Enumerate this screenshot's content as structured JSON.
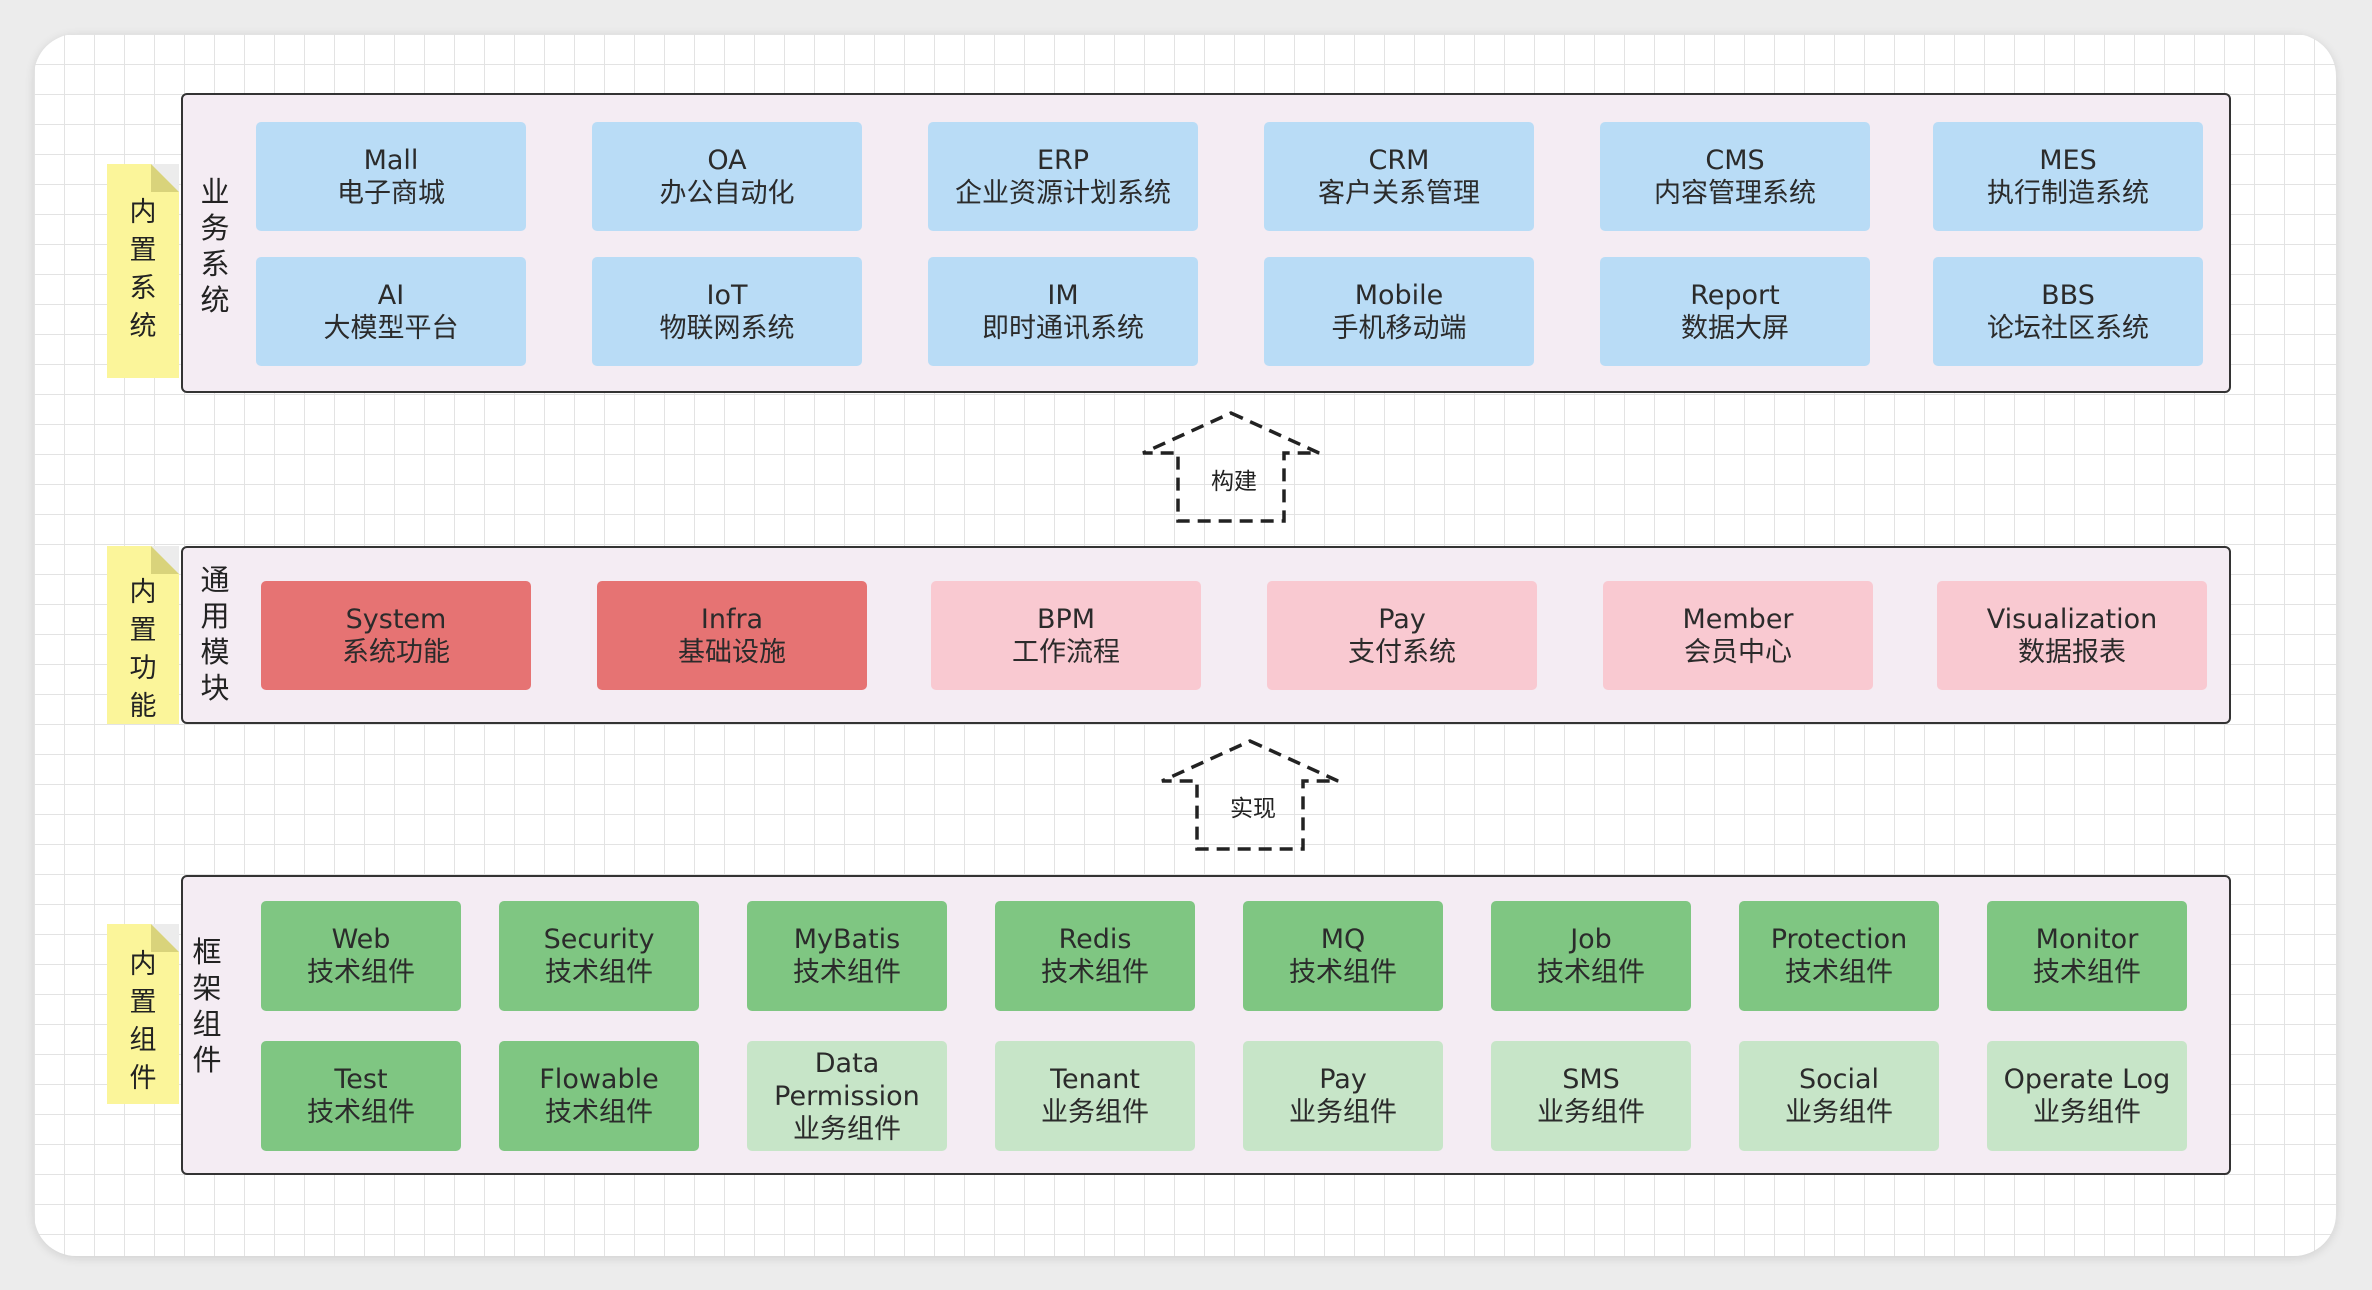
{
  "sections": [
    {
      "note_label": "内置系统",
      "title": "业务系统",
      "items": [
        {
          "en": "Mall",
          "zh": "电子商城"
        },
        {
          "en": "OA",
          "zh": "办公自动化"
        },
        {
          "en": "ERP",
          "zh": "企业资源计划系统"
        },
        {
          "en": "CRM",
          "zh": "客户关系管理"
        },
        {
          "en": "CMS",
          "zh": "内容管理系统"
        },
        {
          "en": "MES",
          "zh": "执行制造系统"
        },
        {
          "en": "AI",
          "zh": "大模型平台"
        },
        {
          "en": "IoT",
          "zh": "物联网系统"
        },
        {
          "en": "IM",
          "zh": "即时通讯系统"
        },
        {
          "en": "Mobile",
          "zh": "手机移动端"
        },
        {
          "en": "Report",
          "zh": "数据大屏"
        },
        {
          "en": "BBS",
          "zh": "论坛社区系统"
        }
      ]
    },
    {
      "note_label": "内置功能",
      "title": "通用模块",
      "items": [
        {
          "en": "System",
          "zh": "系统功能"
        },
        {
          "en": "Infra",
          "zh": "基础设施"
        },
        {
          "en": "BPM",
          "zh": "工作流程"
        },
        {
          "en": "Pay",
          "zh": "支付系统"
        },
        {
          "en": "Member",
          "zh": "会员中心"
        },
        {
          "en": "Visualization",
          "zh": "数据报表"
        }
      ]
    },
    {
      "note_label": "内置组件",
      "title": "框架组件",
      "items": [
        {
          "en": "Web",
          "zh": "技术组件"
        },
        {
          "en": "Security",
          "zh": "技术组件"
        },
        {
          "en": "MyBatis",
          "zh": "技术组件"
        },
        {
          "en": "Redis",
          "zh": "技术组件"
        },
        {
          "en": "MQ",
          "zh": "技术组件"
        },
        {
          "en": "Job",
          "zh": "技术组件"
        },
        {
          "en": "Protection",
          "zh": "技术组件"
        },
        {
          "en": "Monitor",
          "zh": "技术组件"
        },
        {
          "en": "Test",
          "zh": "技术组件"
        },
        {
          "en": "Flowable",
          "zh": "技术组件"
        },
        {
          "en": "Data",
          "en2": "Permission",
          "zh": "业务组件"
        },
        {
          "en": "Tenant",
          "zh": "业务组件"
        },
        {
          "en": "Pay",
          "zh": "业务组件"
        },
        {
          "en": "SMS",
          "zh": "业务组件"
        },
        {
          "en": "Social",
          "zh": "业务组件"
        },
        {
          "en": "Operate Log",
          "zh": "业务组件"
        }
      ]
    }
  ],
  "arrows": [
    {
      "label": "构建"
    },
    {
      "label": "实现"
    }
  ]
}
